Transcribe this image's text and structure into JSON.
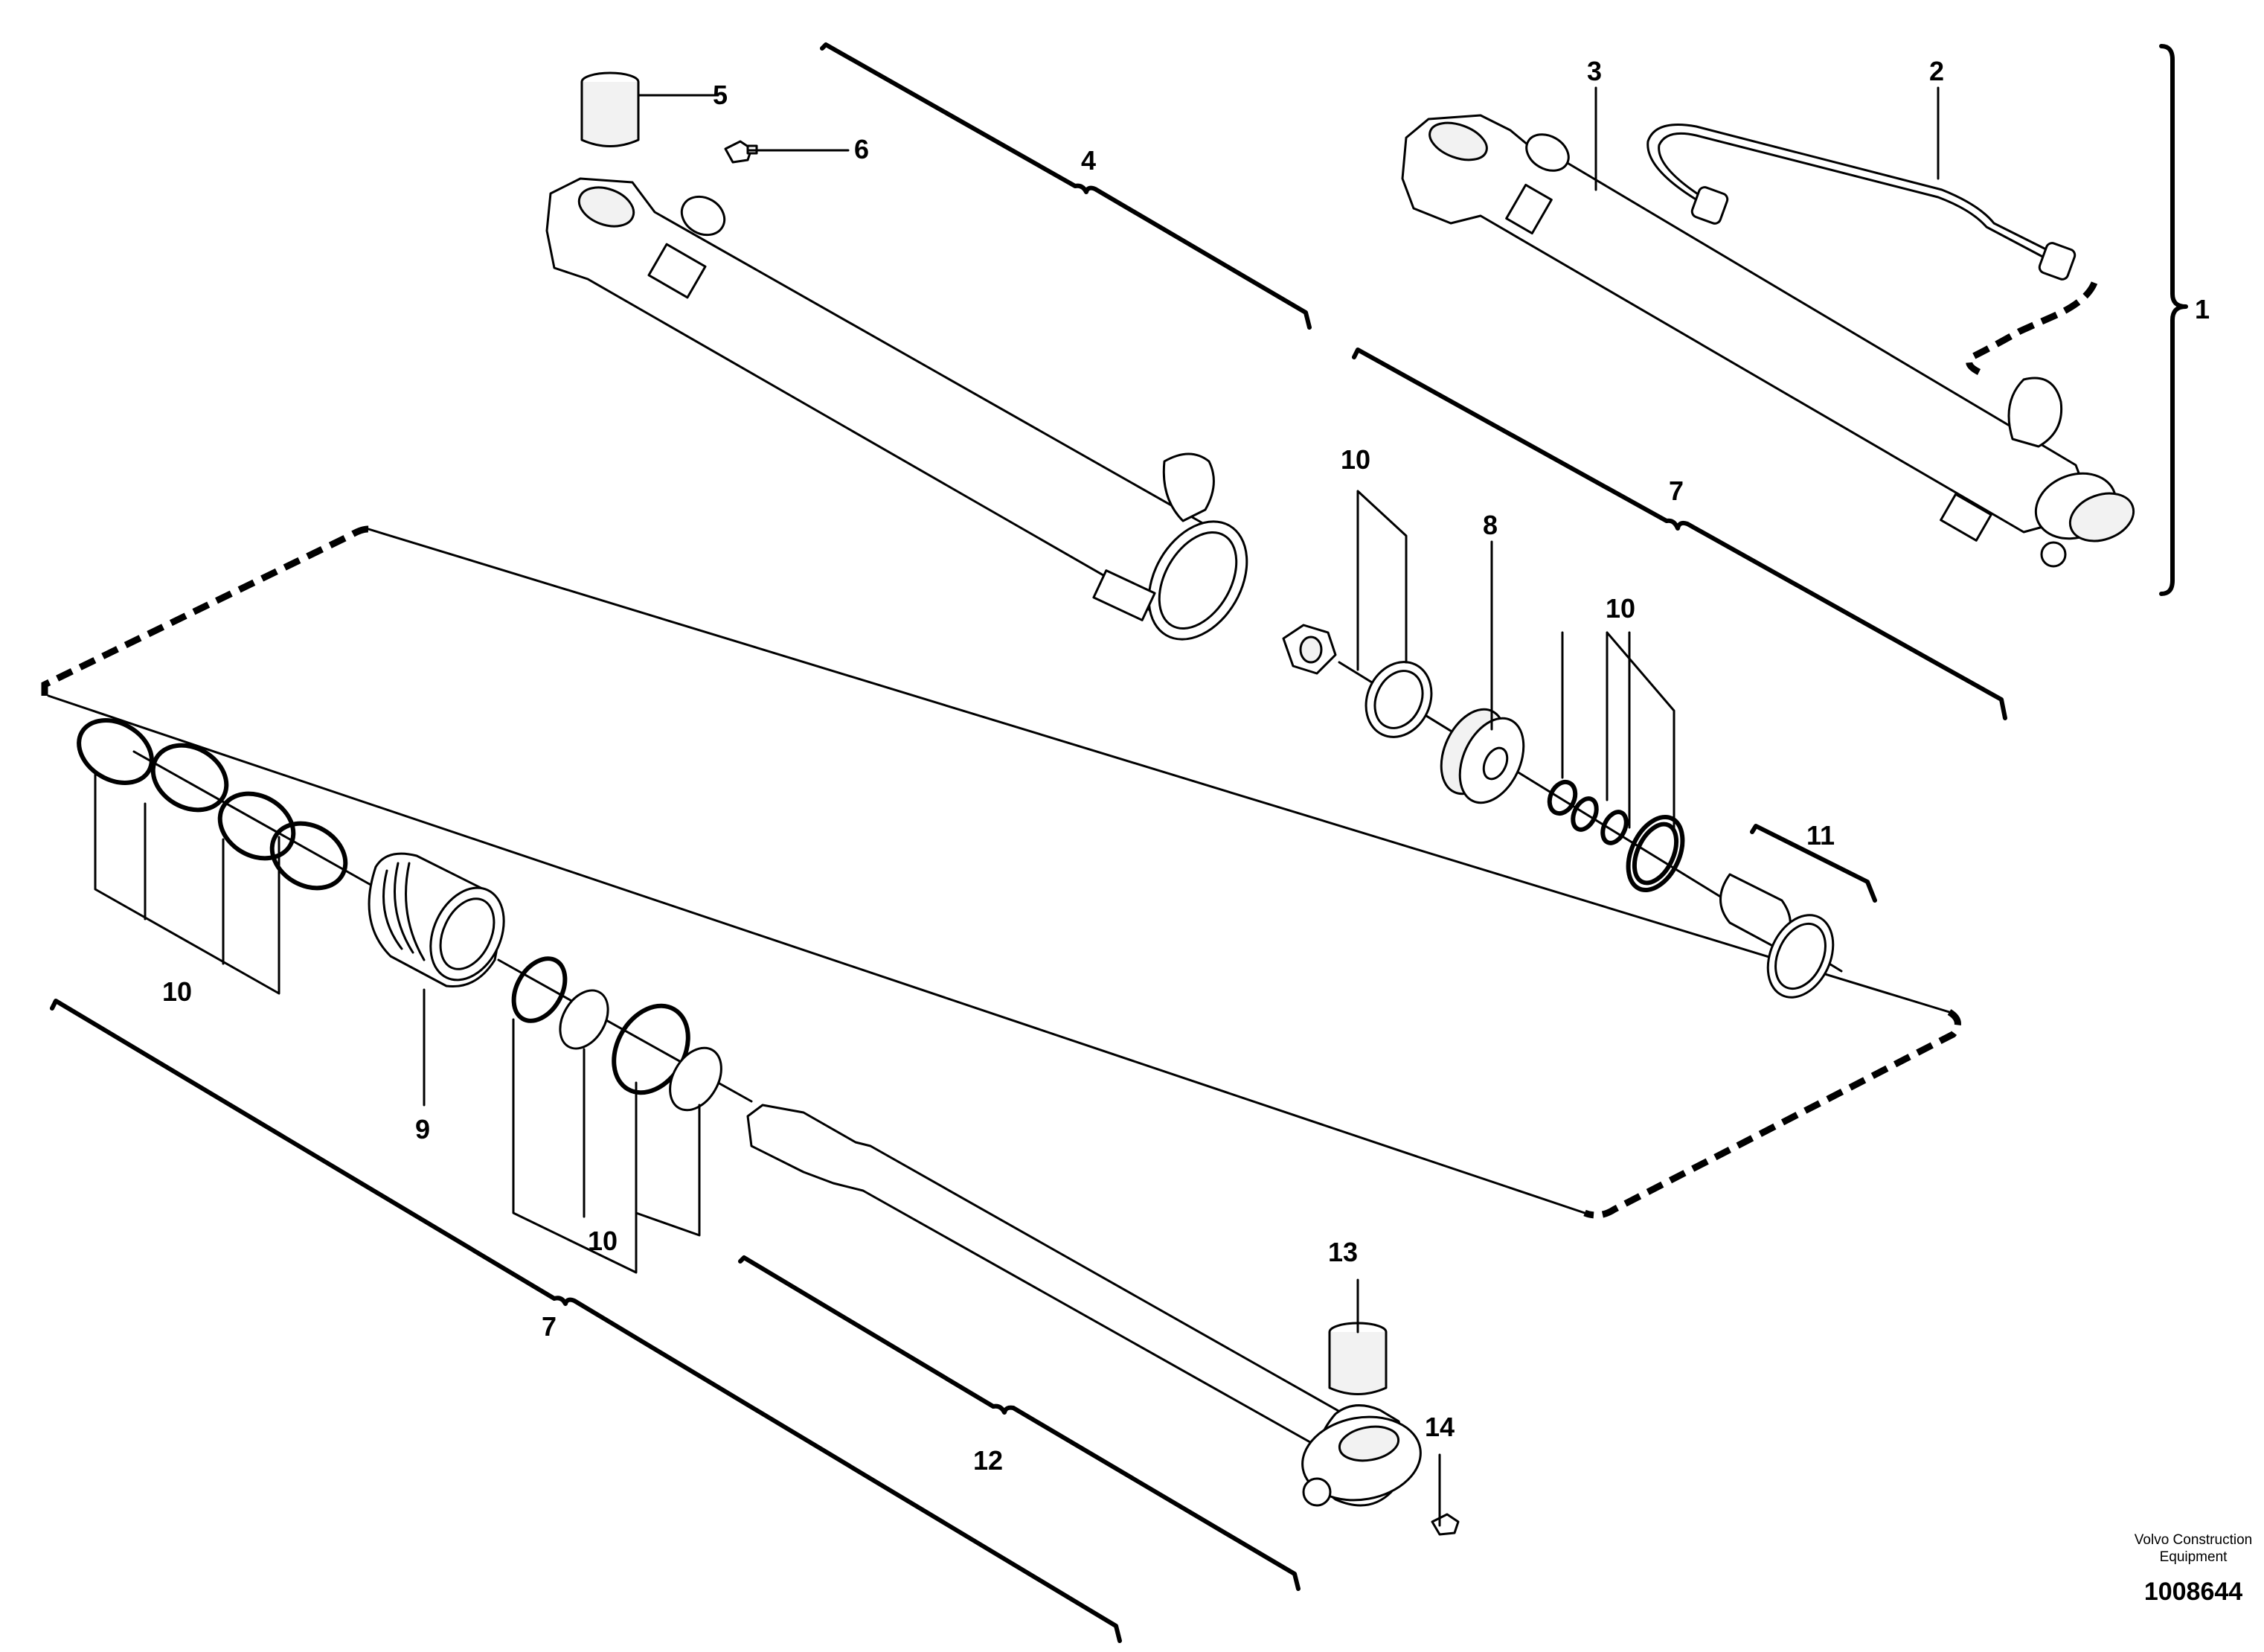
{
  "callouts": {
    "c1": "1",
    "c2": "2",
    "c3": "3",
    "c4": "4",
    "c5": "5",
    "c6": "6",
    "c7a": "7",
    "c7b": "7",
    "c8": "8",
    "c9": "9",
    "c10a": "10",
    "c10b": "10",
    "c10c": "10",
    "c10d": "10",
    "c11": "11",
    "c12": "12",
    "c13": "13",
    "c14": "14"
  },
  "footer": {
    "brand_line1": "Volvo Construction",
    "brand_line2": "Equipment",
    "drawing_number": "1008644"
  }
}
